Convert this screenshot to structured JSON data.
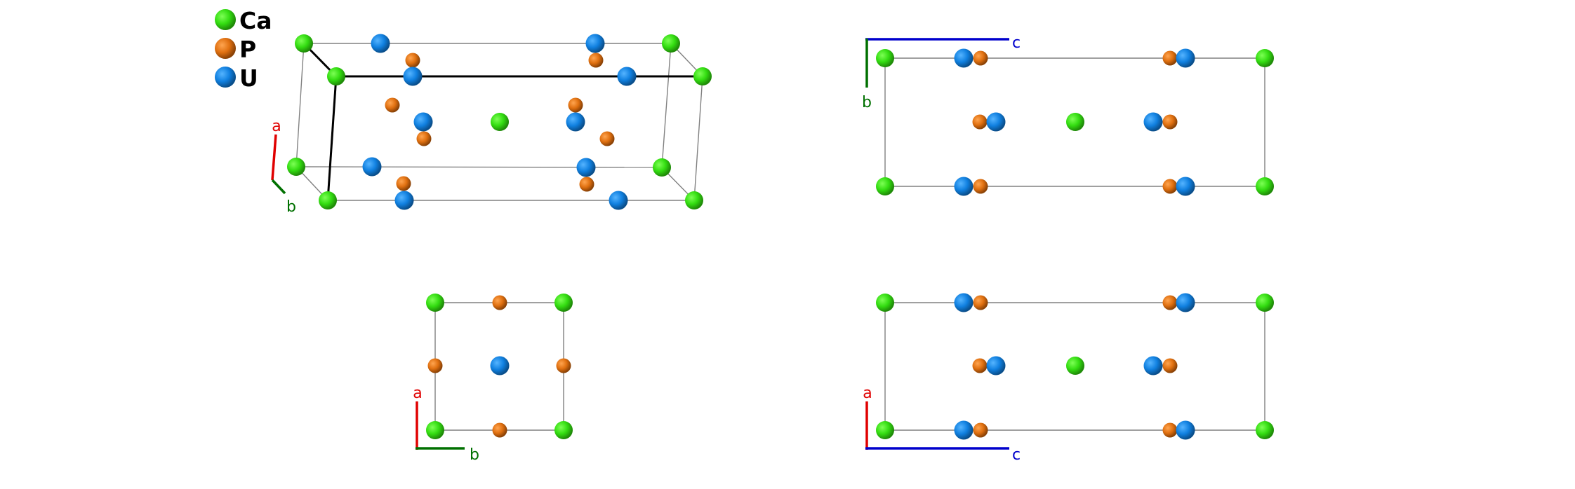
{
  "figure": {
    "title": "Crystal structure views of Ca–P–U unit cell"
  },
  "legend": {
    "items": [
      {
        "symbol": "Ca",
        "label": "Ca",
        "color": "#33dd11"
      },
      {
        "symbol": "P",
        "label": "P",
        "color": "#e07010"
      },
      {
        "symbol": "U",
        "label": "U",
        "color": "#1080e0"
      }
    ]
  },
  "axes_colors": {
    "a": "#e00000",
    "b": "#007000",
    "c": "#0000cc"
  },
  "views": [
    {
      "id": "perspective",
      "axes": [
        {
          "name": "a",
          "label": "a"
        },
        {
          "name": "b",
          "label": "b"
        }
      ]
    },
    {
      "id": "view-along-a",
      "axes": [
        {
          "name": "c",
          "label": "c"
        },
        {
          "name": "b",
          "label": "b"
        }
      ]
    },
    {
      "id": "view-along-c",
      "axes": [
        {
          "name": "a",
          "label": "a"
        },
        {
          "name": "b",
          "label": "b"
        }
      ]
    },
    {
      "id": "view-along-b",
      "axes": [
        {
          "name": "a",
          "label": "a"
        },
        {
          "name": "c",
          "label": "c"
        }
      ]
    }
  ],
  "cell_edge_colors": {
    "thin": "#808080",
    "highlight": "#000000"
  }
}
